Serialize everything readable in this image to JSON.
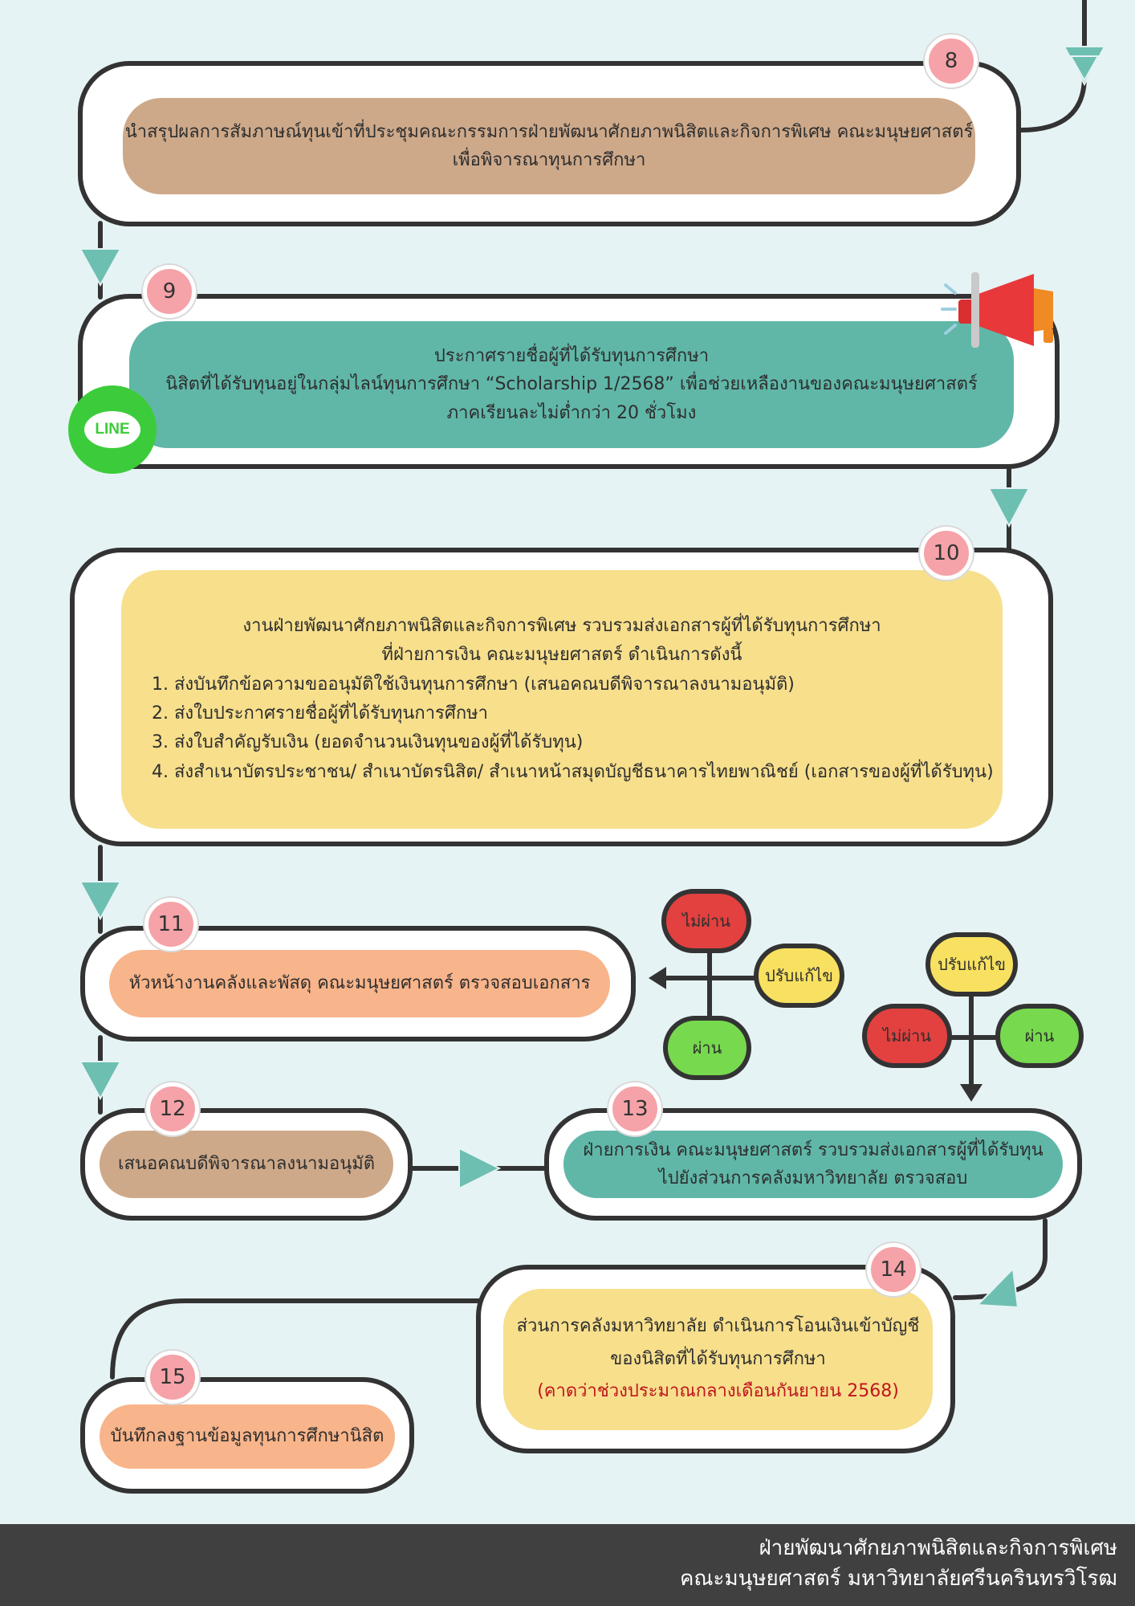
{
  "steps": {
    "s8": {
      "number": "8",
      "lines": [
        "นำสรุปผลการสัมภาษณ์ทุนเข้าที่ประชุมคณะกรรมการฝ่ายพัฒนาศักยภาพนิสิตและกิจการพิเศษ คณะมนุษยศาสตร์",
        "เพื่อพิจารณาทุนการศึกษา"
      ]
    },
    "s9": {
      "number": "9",
      "lines": [
        "ประกาศรายชื่อผู้ที่ได้รับทุนการศึกษา",
        "นิสิตที่ได้รับทุนอยู่ในกลุ่มไลน์ทุนการศึกษา “Scholarship 1/2568”  เพื่อช่วยเหลืองานของคณะมนุษยศาสตร์",
        "ภาคเรียนละไม่ต่ำกว่า 20 ชั่วโมง"
      ],
      "line_logo_text": "LINE"
    },
    "s10": {
      "number": "10",
      "heading": [
        "งานฝ่ายพัฒนาศักยภาพนิสิตและกิจการพิเศษ รวบรวมส่งเอกสารผู้ที่ได้รับทุนการศึกษา",
        "ที่ฝ่ายการเงิน คณะมนุษยศาสตร์ ดำเนินการดังนี้"
      ],
      "items": [
        "1. ส่งบันทึกข้อความขออนุมัติใช้เงินทุนการศึกษา (เสนอคณบดีพิจารณาลงนามอนุมัติ)",
        "2. ส่งใบประกาศรายชื่อผู้ที่ได้รับทุนการศึกษา",
        "3. ส่งใบสำคัญรับเงิน  (ยอดจำนวนเงินทุนของผู้ที่ได้รับทุน)",
        "4.  ส่งสำเนาบัตรประชาชน/ สำเนาบัตรนิสิต/ สำเนาหน้าสมุดบัญชีธนาคารไทยพาณิชย์ (เอกสารของผู้ที่ได้รับทุน)"
      ]
    },
    "s11": {
      "number": "11",
      "text": "หัวหน้างานคลังและพัสดุ คณะมนุษยศาสตร์ ตรวจสอบเอกสาร"
    },
    "s12": {
      "number": "12",
      "text": "เสนอคณบดีพิจารณาลงนามอนุมัติ"
    },
    "s13": {
      "number": "13",
      "lines": [
        "ฝ่ายการเงิน คณะมนุษยศาสตร์ รวบรวมส่งเอกสารผู้ที่ได้รับทุน",
        "ไปยังส่วนการคลังมหาวิทยาลัย ตรวจสอบ"
      ]
    },
    "s14": {
      "number": "14",
      "lines": [
        "ส่วนการคลังมหาวิทยาลัย ดำเนินการโอนเงินเข้าบัญชี",
        "ของนิสิตที่ได้รับทุนการศึกษา"
      ],
      "note": "(คาดว่าช่วงประมาณกลางเดือนกันยายน 2568)"
    },
    "s15": {
      "number": "15",
      "text": "บันทึกลงฐานข้อมูลทุนการศึกษานิสิต"
    }
  },
  "decisions": {
    "left": {
      "fail": "ไม่ผ่าน",
      "revise": "ปรับแก้ไข",
      "pass": "ผ่าน"
    },
    "right": {
      "fail": "ไม่ผ่าน",
      "revise": "ปรับแก้ไข",
      "pass": "ผ่าน"
    }
  },
  "footer": {
    "line1": "ฝ่ายพัฒนาศักยภาพนิสิตและกิจการพิเศษ",
    "line2": "คณะมนุษยศาสตร์ มหาวิทยาลัยศรีนครินทรวิโรฒ"
  },
  "colors": {
    "background": "#e6f3f5",
    "brown": "#cda98a",
    "teal": "#60b7a8",
    "yellow": "#f7df8c",
    "peach": "#f8b48a",
    "badge": "#f5a3a8",
    "fail": "#e2413f",
    "pass": "#77d94e",
    "revise": "#f8e160",
    "line_green": "#3ccc3b",
    "footer": "#404040"
  },
  "icons": [
    "megaphone-icon",
    "line-app-icon",
    "arrow-right-icon",
    "arrow-down-icon",
    "chevron-down-icon"
  ]
}
